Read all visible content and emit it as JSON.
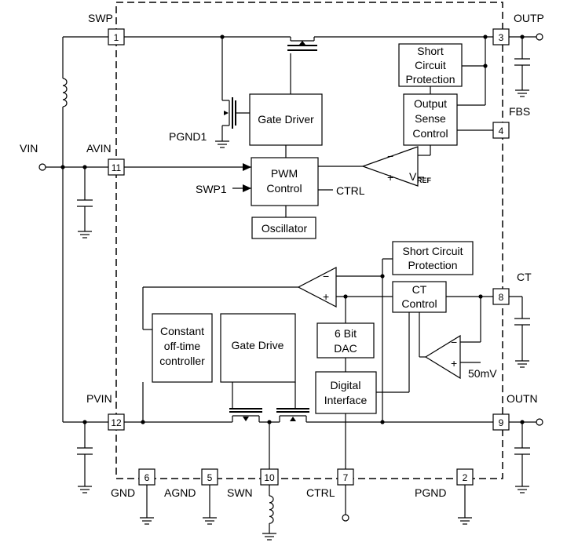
{
  "pins": [
    {
      "num": "1",
      "label": "SWP"
    },
    {
      "num": "3",
      "label": "OUTP"
    },
    {
      "num": "4",
      "label": "FBS"
    },
    {
      "num": "11",
      "label": "AVIN"
    },
    {
      "num": "8",
      "label": "CT"
    },
    {
      "num": "12",
      "label": "PVIN"
    },
    {
      "num": "9",
      "label": "OUTN"
    },
    {
      "num": "6",
      "label": "GND"
    },
    {
      "num": "5",
      "label": "AGND"
    },
    {
      "num": "10",
      "label": "SWN"
    },
    {
      "num": "7",
      "label": "CTRL"
    },
    {
      "num": "2",
      "label": "PGND"
    }
  ],
  "labels": {
    "vin": "VIN",
    "pgnd1": "PGND1",
    "swp1": "SWP1",
    "ctrl_internal": "CTRL",
    "vref_main": "V",
    "vref_sub": "REF",
    "offset": "50mV",
    "minus": "−",
    "plus": "+"
  },
  "blocks": {
    "scp_top": [
      "Short",
      "Circuit",
      "Protection"
    ],
    "gate_driver": "Gate Driver",
    "output_sense": [
      "Output",
      "Sense",
      "Control"
    ],
    "pwm": [
      "PWM",
      "Control"
    ],
    "oscillator": "Oscillator",
    "scp_bottom": [
      "Short Circuit",
      "Protection"
    ],
    "ct_control": [
      "CT",
      "Control"
    ],
    "dac": [
      "6 Bit",
      "DAC"
    ],
    "cot": [
      "Constant",
      "off-time",
      "controller"
    ],
    "gate_drive": "Gate Drive",
    "digital": [
      "Digital",
      "Interface"
    ]
  }
}
